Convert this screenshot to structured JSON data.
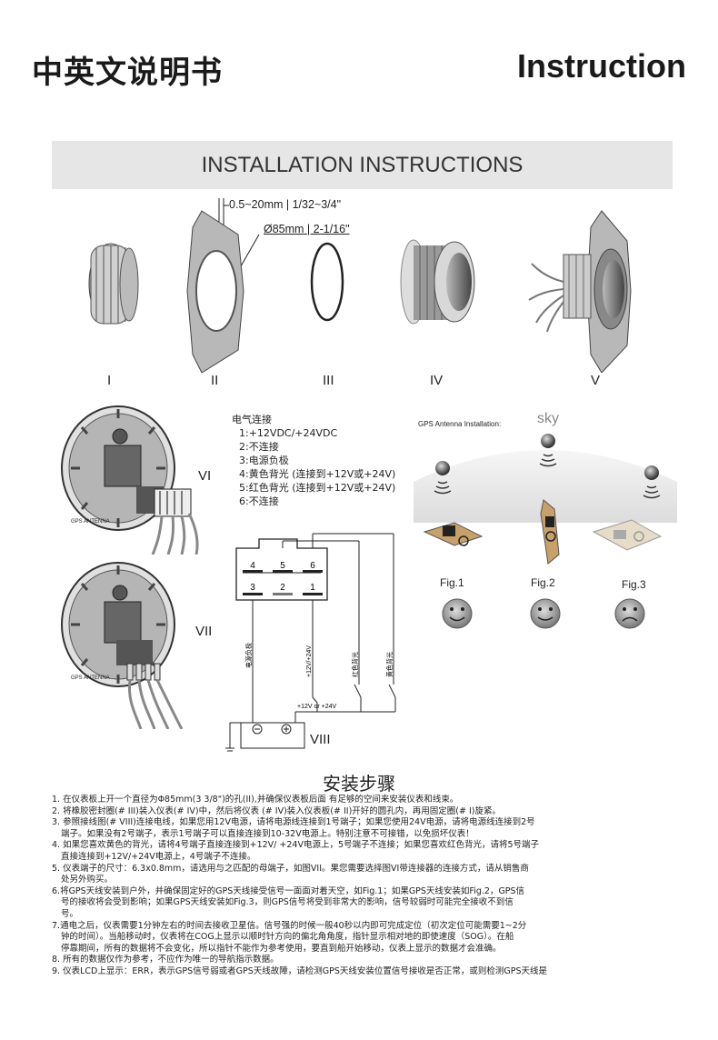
{
  "header": {
    "title_cn": "中英文说明书",
    "title_en": "Instruction"
  },
  "banner": {
    "text": "INSTALLATION INSTRUCTIONS"
  },
  "dimensions": {
    "thickness": "0.5~20mm | 1/32~3/4\"",
    "diameter": "Ø85mm | 2-1/16\""
  },
  "parts": {
    "p1": "I",
    "p2": "II",
    "p3": "III",
    "p4": "IV",
    "p5": "V"
  },
  "gauge_labels": {
    "vi": "VI",
    "vii": "VII",
    "viii": "VIII",
    "antenna_vi": "GPS ANTENNA",
    "antenna_vii": "GPS ANTENNA"
  },
  "electrical": {
    "title": "电气连接",
    "items": [
      "1:+12VDC/+24VDC",
      "2:不连接",
      "3:电源负极",
      "4:黄色背光 (连接到+12V或+24V)",
      "5:红色背光 (连接到+12V或+24V)",
      "6:不连接"
    ]
  },
  "connector": {
    "pins_top": [
      "4",
      "5",
      "6"
    ],
    "pins_bottom": [
      "3",
      "2",
      "1"
    ],
    "wire_neg": "电源负极",
    "wire_pos": "+12V/+24V",
    "wire_red": "红色背光",
    "wire_yellow": "黄色背光",
    "supply": "+12V or +24V"
  },
  "gps": {
    "title": "GPS  Antenna Installation:",
    "sky": "sky",
    "fig1": "Fig.1",
    "fig2": "Fig.2",
    "fig3": "Fig.3"
  },
  "steps": {
    "title": "安装步骤",
    "lines": [
      "1. 在仪表板上开一个直径为Φ85mm(3 3/8\")的孔(II),并确保仪表板后面        有足够的空间来安装仪表和线束。",
      "2. 将橡胶密封圈(# III)装入仪表(# IV)中，然后将仪表 (# IV)装入仪表板(# II)开好的圆孔内，再用固定圈(# I)旋紧。",
      "3. 参照接线图(# VIII)连接电线，如果您用12V电源，请将电源线连接到1号端子；如果您使用24V电源，请将电源线连接到2号",
      "端子。如果没有2号端子，表示1号端子可以直接连接到10-32V电源上。特别注意不可接错，以免损坏仪表！",
      "4. 如果您喜欢黄色的背光，请将4号端子直接连接到+12V/ +24V电源上，5号端子不连接；如果您喜欢红色背光，请将5号端子",
      "直接连接到+12V/+24V电源上，4号端子不连接。",
      "5. 仪表端子的尺寸：6.3x0.8mm，请选用与之匹配的母端子，如图VII。果您需要选择图VI带连接器的连接方式，请从销售商",
      "处另外购买。",
      "6.将GPS天线安装到户外，并确保固定好的GPS天线接受信号一面面对着天空，如Fig.1；如果GPS天线安装如Fig.2，GPS信",
      "号的接收将会受到影响；如果GPS天线安装如Fig.3，则GPS信号将受到非常大的影响，信号较弱时可能完全接收不到信",
      "号。",
      "7.通电之后，仪表需要1分钟左右的时间去接收卫星信。信号强的时候一般40秒以内即可完成定位（初次定位可能需要1~2分",
      "钟的时间）。当船移动时，仪表将在COG上显示以顺时针方向的偏北角角度，指针显示相对地的即使速度（SOG）。在船",
      "停靠期间，所有的数据将不会变化，所以指针不能作为参考使用，要直到船开始移动，仪表上显示的数据才会准确。",
      "8. 所有的数据仅作为参考，不应作为唯一的导航指示数据。",
      "9. 仪表LCD上显示：ERR，表示GPS信号弱或者GPS天线故障，请检测GPS天线安装位置信号接收是否正常，或则检测GPS天线是"
    ]
  }
}
